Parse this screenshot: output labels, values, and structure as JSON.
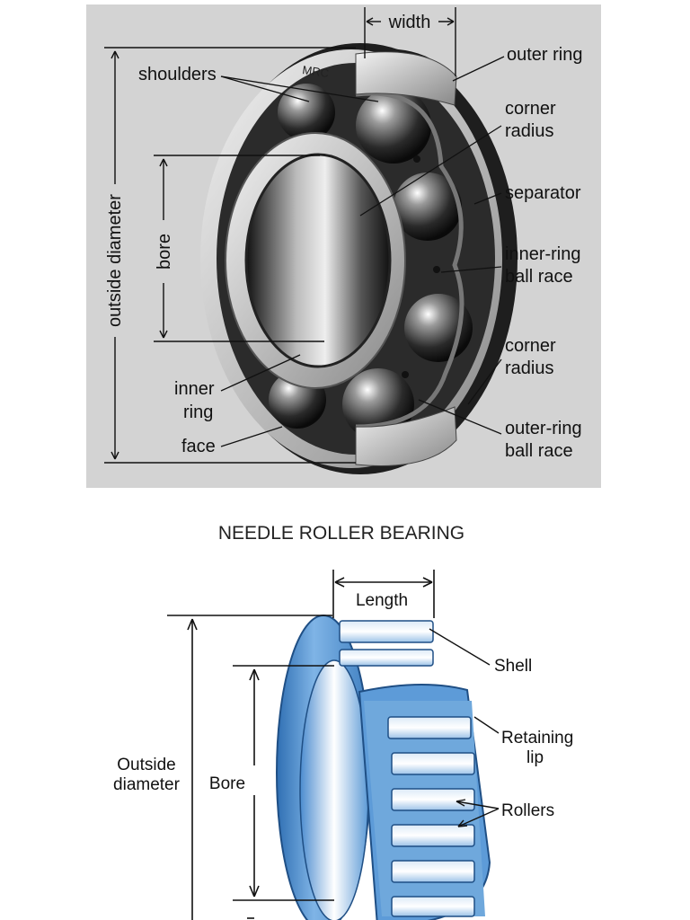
{
  "ball_bearing": {
    "background": "#d3d3d3",
    "labels": {
      "width": "width",
      "outer_ring": "outer ring",
      "shoulders": "shoulders",
      "corner_radius_1_line1": "corner",
      "corner_radius_1_line2": "radius",
      "separator": "separator",
      "inner_ring_ball_race_line1": "inner-ring",
      "inner_ring_ball_race_line2": "ball race",
      "corner_radius_2_line1": "corner",
      "corner_radius_2_line2": "radius",
      "outer_ring_ball_race_line1": "outer-ring",
      "outer_ring_ball_race_line2": "ball race",
      "inner_ring_line1": "inner",
      "inner_ring_line2": "ring",
      "face": "face",
      "bore": "bore",
      "outside_diameter": "outside diameter",
      "brand": "MRC"
    }
  },
  "needle_bearing": {
    "title": "NEEDLE ROLLER BEARING",
    "accent_color": "#6fa8dc",
    "labels": {
      "length": "Length",
      "shell": "Shell",
      "retaining_lip_line1": "Retaining",
      "retaining_lip_line2": "lip",
      "rollers": "Rollers",
      "outside_diameter_line1": "Outside",
      "outside_diameter_line2": "diameter",
      "bore": "Bore"
    }
  }
}
